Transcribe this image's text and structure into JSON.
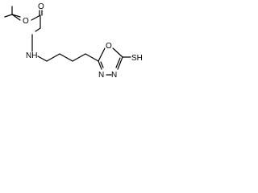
{
  "molecule": {
    "atom_labels": {
      "carbonyl_oxygen": "O",
      "ester_oxygen": "O",
      "amide_nh": "NH",
      "ring_oxygen": "O",
      "ring_n3": "N",
      "ring_n4": "N",
      "thiol": "SH"
    }
  },
  "colors": {
    "bond": "#000000",
    "label": "#000000",
    "background": "#ffffff"
  }
}
